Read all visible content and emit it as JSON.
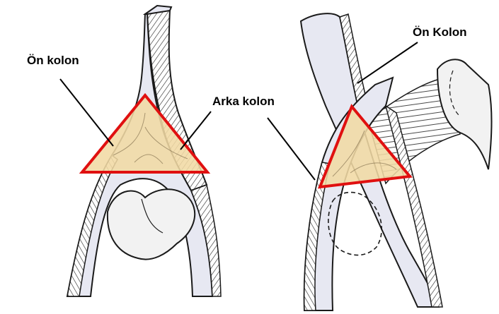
{
  "labels": {
    "left_anterior": "Ön kolon",
    "posterior": "Arka kolon",
    "right_anterior": "Ön Kolon"
  },
  "colors": {
    "bone_fill": "#e7e8f2",
    "bone_stroke": "#1a1a1a",
    "cancellous_fill": "#f2f2f2",
    "triangle_fill": "#f1d9a4",
    "triangle_stroke": "#e01010"
  }
}
